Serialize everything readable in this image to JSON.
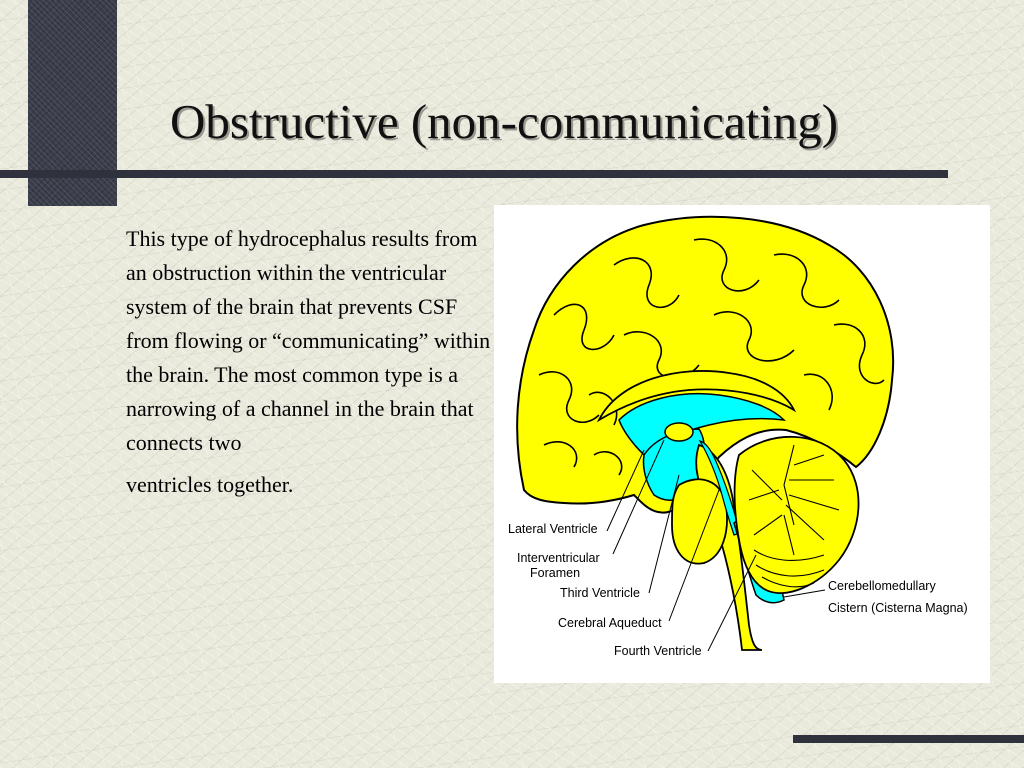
{
  "slide": {
    "title": "Obstructive (non-communicating)",
    "body_text": "This type of hydrocephalus results from an obstruction within the ventricular system of the brain that prevents CSF from flowing or “communicating” within the brain.  The most common type is a narrowing of a channel in the brain that connects two",
    "body_text_end": "ventricles together."
  },
  "figure": {
    "labels": {
      "lateral_ventricle": "Lateral Ventricle",
      "interventricular_line1": "Interventricular",
      "interventricular_line2": "Foramen",
      "third_ventricle": "Third Ventricle",
      "cerebral_aqueduct": "Cerebral Aqueduct",
      "fourth_ventricle": "Fourth Ventricle",
      "cisterna_line1": "Cerebellomedullary",
      "cisterna_line2": "Cistern (Cisterna Magna)"
    },
    "colors": {
      "brain": "#ffff00",
      "csf": "#00ffff",
      "outline": "#000000"
    }
  },
  "theme": {
    "background": "#e9e9dc",
    "accent": "#2f323c"
  }
}
